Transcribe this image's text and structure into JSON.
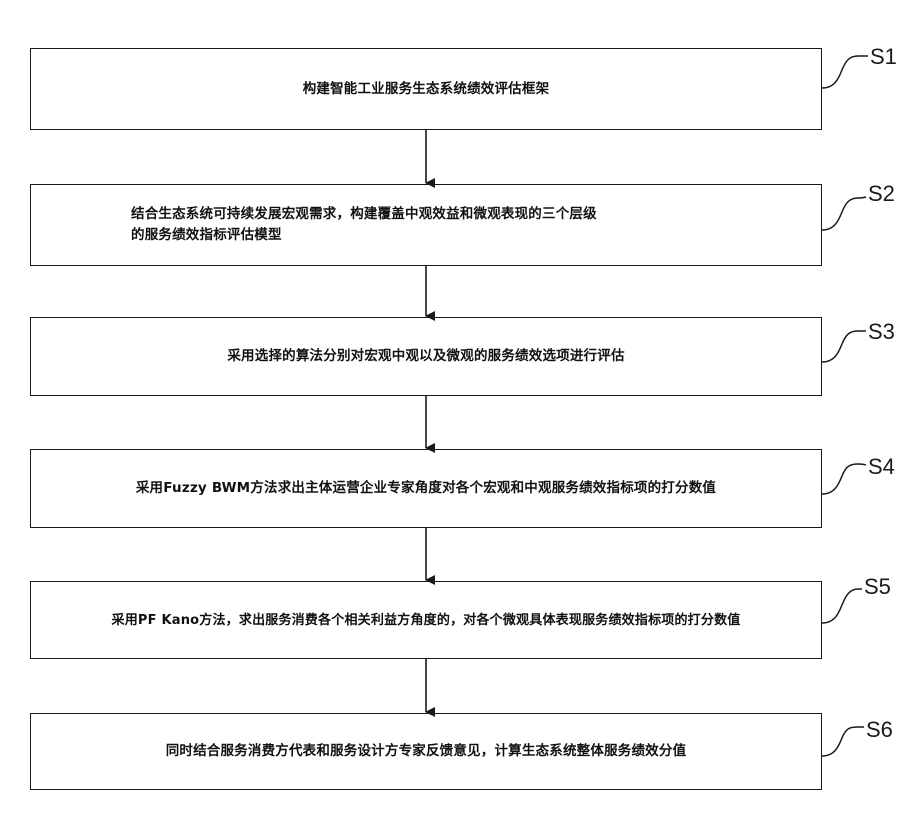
{
  "steps": [
    {
      "label": "S1",
      "text": "构建智能工业服务生态系统绩效评估框架"
    },
    {
      "label": "S2",
      "text_line1": "结合生态系统可持续发展宏观需求，构建覆盖中观效益和微观表现的三个层级",
      "text_line2": "的服务绩效指标评估模型"
    },
    {
      "label": "S3",
      "text": "采用选择的算法分别对宏观中观以及微观的服务绩效选项进行评估"
    },
    {
      "label": "S4",
      "text": "采用Fuzzy BWM方法求出主体运营企业专家角度对各个宏观和中观服务绩效指标项的打分数值"
    },
    {
      "label": "S5",
      "text": "采用PF Kano方法，求出服务消费各个相关利益方角度的，对各个微观具体表现服务绩效指标项的打分数值"
    },
    {
      "label": "S6",
      "text": "同时结合服务消费方代表和服务设计方专家反馈意见，计算生态系统整体服务绩效分值"
    }
  ]
}
